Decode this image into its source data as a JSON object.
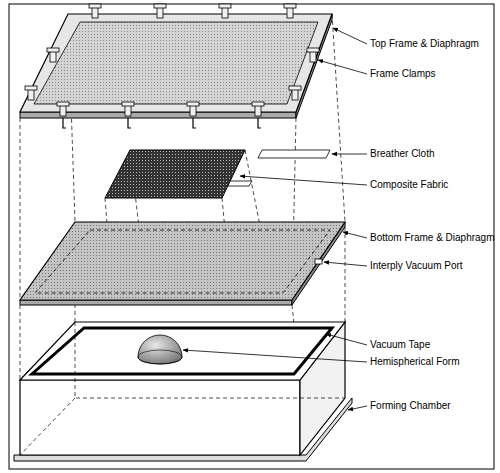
{
  "diagram": {
    "labels": [
      "Top Frame & Diaphragm",
      "Frame Clamps",
      "Breather Cloth",
      "Composite Fabric",
      "Bottom Frame & Diaphragm",
      "Interply Vacuum Port",
      "Vacuum Tape",
      "Hemispherical Form",
      "Forming Chamber"
    ]
  }
}
